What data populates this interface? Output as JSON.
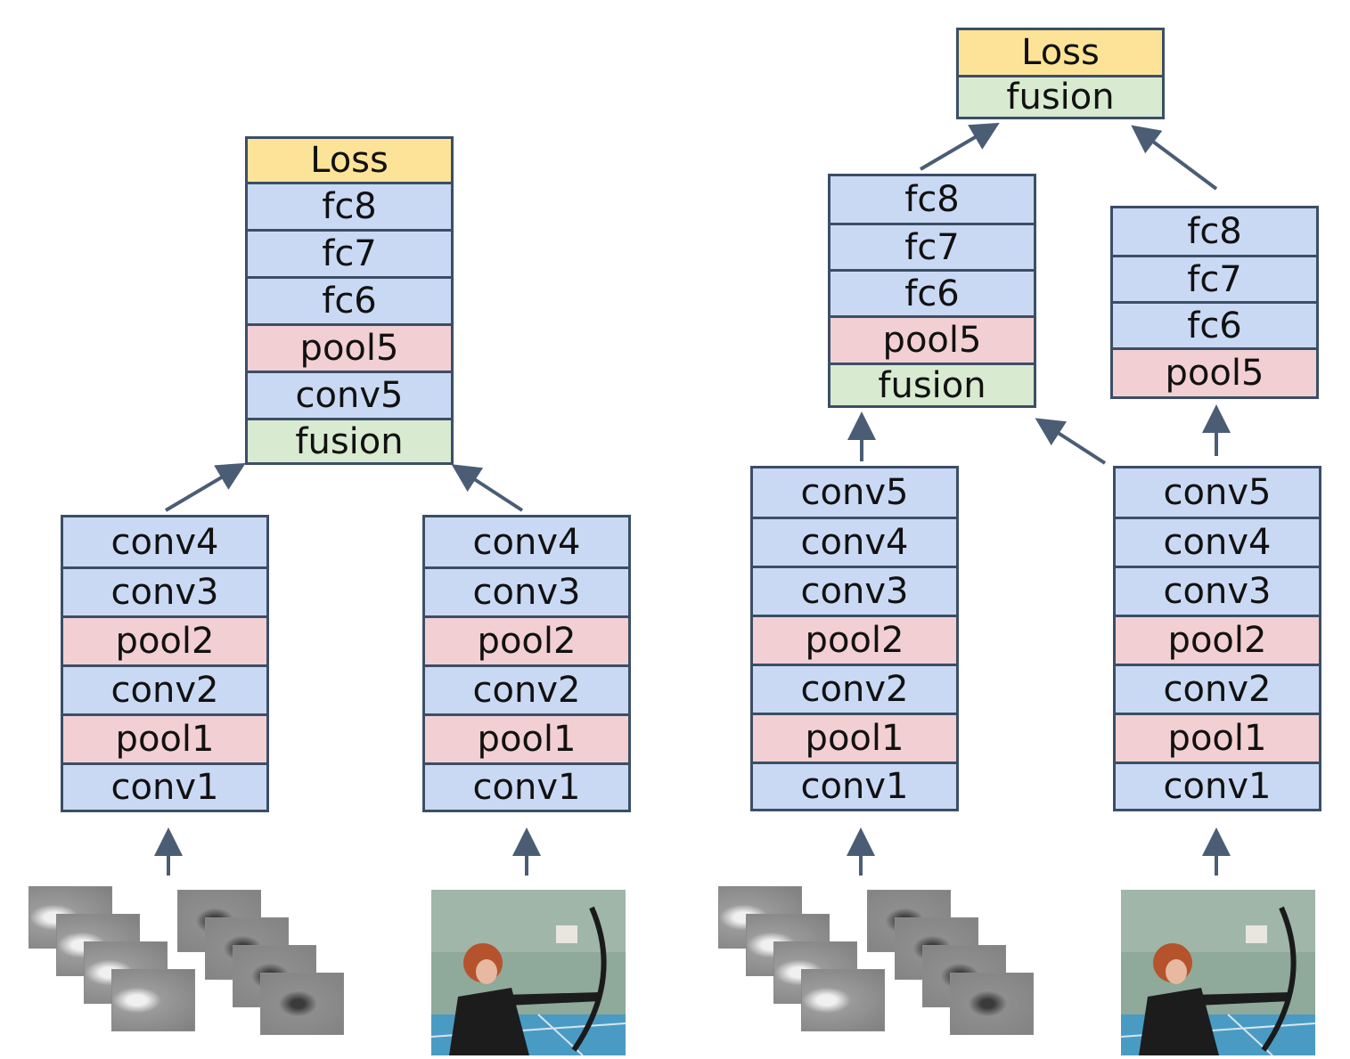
{
  "colors": {
    "conv": "#c9d9f4",
    "fc": "#c9d9f4",
    "pool": "#f2cfd2",
    "fusion": "#d8ead0",
    "loss": "#fde397",
    "border": "#3c4e66",
    "arrow": "#4a5d74"
  },
  "left_diagram": {
    "top_stack": [
      "Loss",
      "fc8",
      "fc7",
      "fc6",
      "pool5",
      "conv5",
      "fusion"
    ],
    "stream_a": [
      "conv4",
      "conv3",
      "pool2",
      "conv2",
      "pool1",
      "conv1"
    ],
    "stream_b": [
      "conv4",
      "conv3",
      "pool2",
      "conv2",
      "pool1",
      "conv1"
    ]
  },
  "right_diagram": {
    "top_stack": [
      "Loss",
      "fusion"
    ],
    "mid_a": [
      "fc8",
      "fc7",
      "fc6",
      "pool5",
      "fusion"
    ],
    "mid_b": [
      "fc8",
      "fc7",
      "fc6",
      "pool5"
    ],
    "stream_a": [
      "conv5",
      "conv4",
      "conv3",
      "pool2",
      "conv2",
      "pool1",
      "conv1"
    ],
    "stream_b": [
      "conv5",
      "conv4",
      "conv3",
      "pool2",
      "conv2",
      "pool1",
      "conv1"
    ]
  }
}
